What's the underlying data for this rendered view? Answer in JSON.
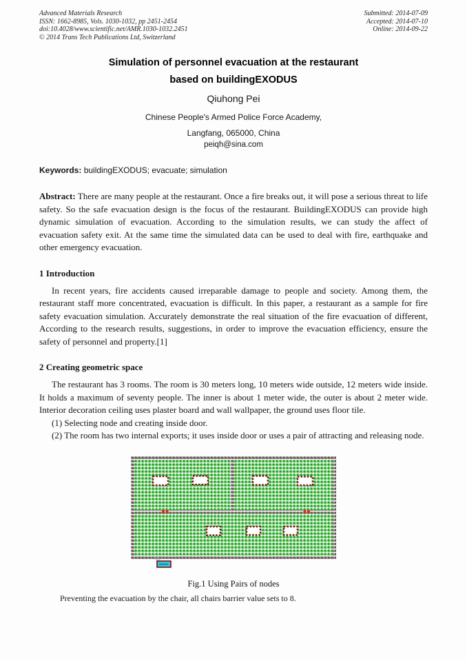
{
  "journal_header": {
    "left_lines": [
      "Advanced Materials Research",
      "ISSN: 1662-8985, Vols. 1030-1032, pp 2451-2454",
      "doi:10.4028/www.scientific.net/AMR.1030-1032.2451",
      "© 2014 Trans Tech Publications Ltd, Switzerland"
    ],
    "right_lines": [
      "Submitted: 2014-07-09",
      "Accepted: 2014-07-10",
      "Online: 2014-09-22"
    ]
  },
  "title": {
    "line1": "Simulation of personnel evacuation at the restaurant",
    "line2": "based on buildingEXODUS"
  },
  "author": "Qiuhong Pei",
  "affiliation": "Chinese People's Armed Police Force Academy,",
  "location": "Langfang, 065000, China",
  "email": "peiqh@sina.com",
  "keywords": {
    "label": "Keywords:",
    "text": "buildingEXODUS; evacuate; simulation"
  },
  "abstract": {
    "label": "Abstract:",
    "text": "There are many people at the restaurant. Once a fire breaks out, it will pose a serious threat to life safety. So the safe evacuation design is the focus of the restaurant. BuildingEXODUS can provide high dynamic simulation of evacuation. According to the simulation results, we can study the affect of evacuation safety exit. At the same time the simulated data can be used to deal with fire, earthquake and other emergency evacuation."
  },
  "sections": [
    {
      "heading": "1 Introduction",
      "paragraphs": [
        "In recent years, fire accidents caused irreparable damage to people and society. Among them, the restaurant staff more concentrated, evacuation is difficult. In this paper, a restaurant as a sample for fire safety evacuation simulation. Accurately demonstrate the real situation of the fire evacuation of different, According to the research results, suggestions, in order to improve the evacuation efficiency, ensure the safety of personnel and property.[1]"
      ]
    },
    {
      "heading": "2 Creating geometric space",
      "paragraphs": [
        "The restaurant has 3 rooms. The room is 30 meters long, 10 meters wide outside, 12 meters wide inside. It holds a maximum of seventy people. The inner is about 1 meter wide, the outer is about 2 meter wide. Interior decoration ceiling uses plaster board and wall wallpaper, the ground uses floor tile.",
        "(1) Selecting node and creating inside door.",
        "(2) The room has two internal exports; it uses inside door or uses a pair of attracting and releasing node."
      ]
    }
  ],
  "figure": {
    "caption": "Fig.1 Using Pairs of nodes",
    "colors": {
      "node_green": "#17a317",
      "link_green": "#a8d8a8",
      "link_green_light": "#c3e6c3",
      "wall_dark": "#5c5858",
      "wall_link": "#9a7070",
      "chair_maroon": "#7a1212",
      "door_red": "#f31c1c",
      "exit_cyan": "#35c6da",
      "exit_border": "#7a1010"
    }
  },
  "closing_line": "Preventing the evacuation by the chair, all chairs barrier value sets to 8."
}
